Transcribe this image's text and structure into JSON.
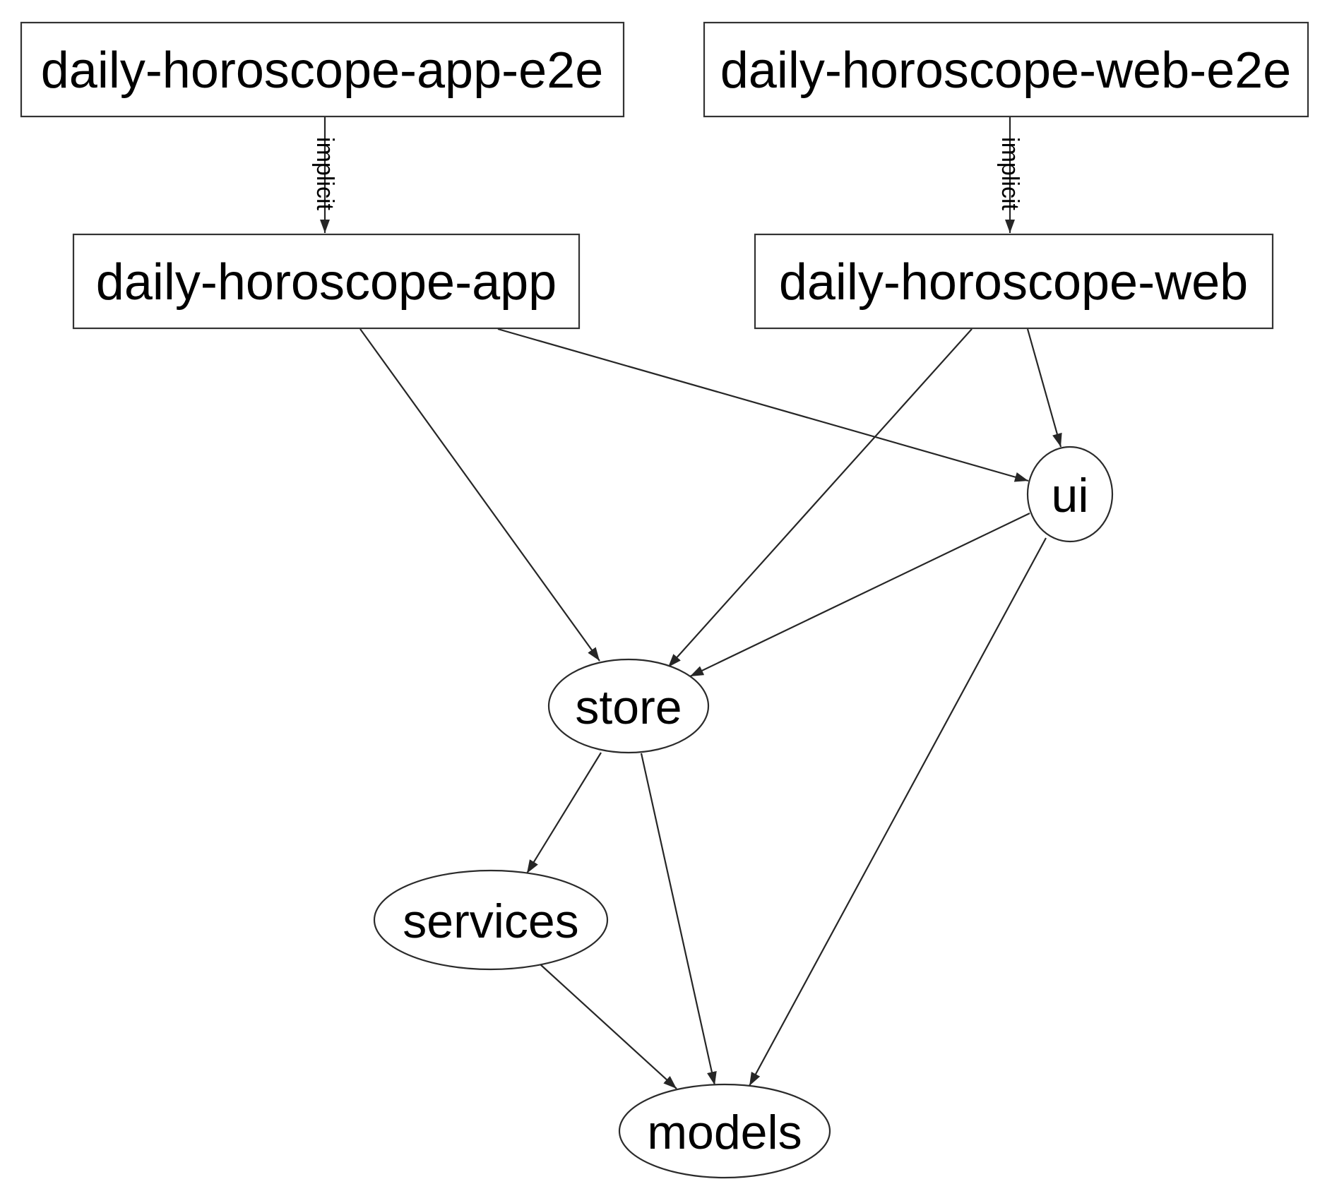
{
  "diagram": {
    "type": "dependency-graph",
    "colors": {
      "background": "#ffffff",
      "node_fill": "#ffffff",
      "stroke": "#2b2b2b",
      "text": "#000000"
    },
    "nodes": {
      "app_e2e": {
        "label": "daily-horoscope-app-e2e",
        "shape": "rectangle"
      },
      "web_e2e": {
        "label": "daily-horoscope-web-e2e",
        "shape": "rectangle"
      },
      "app": {
        "label": "daily-horoscope-app",
        "shape": "rectangle"
      },
      "web": {
        "label": "daily-horoscope-web",
        "shape": "rectangle"
      },
      "ui": {
        "label": "ui",
        "shape": "ellipse"
      },
      "store": {
        "label": "store",
        "shape": "ellipse"
      },
      "services": {
        "label": "services",
        "shape": "ellipse"
      },
      "models": {
        "label": "models",
        "shape": "ellipse"
      }
    },
    "edges": [
      {
        "from": "daily-horoscope-app-e2e",
        "to": "daily-horoscope-app",
        "label": "implicit"
      },
      {
        "from": "daily-horoscope-web-e2e",
        "to": "daily-horoscope-web",
        "label": "implicit"
      },
      {
        "from": "daily-horoscope-app",
        "to": "store"
      },
      {
        "from": "daily-horoscope-app",
        "to": "ui"
      },
      {
        "from": "daily-horoscope-web",
        "to": "store"
      },
      {
        "from": "daily-horoscope-web",
        "to": "ui"
      },
      {
        "from": "ui",
        "to": "store"
      },
      {
        "from": "ui",
        "to": "models"
      },
      {
        "from": "store",
        "to": "services"
      },
      {
        "from": "store",
        "to": "models"
      },
      {
        "from": "services",
        "to": "models"
      }
    ]
  }
}
